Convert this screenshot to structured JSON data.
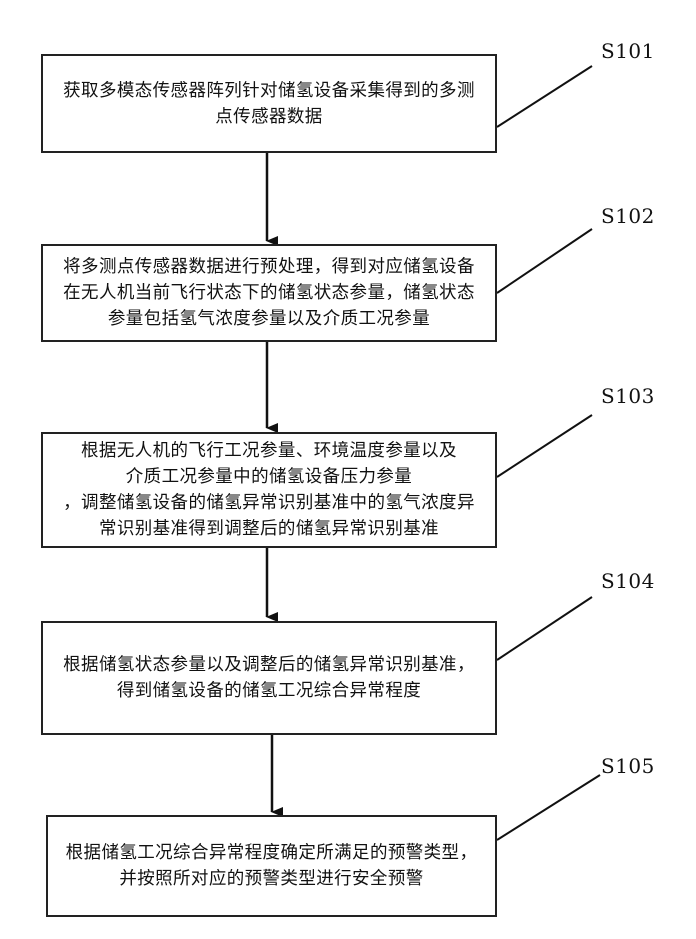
{
  "steps": [
    {
      "id": "S101",
      "text": "获取多模态传感器阵列针对储氢设备采集得到的多测\n点传感器数据"
    },
    {
      "id": "S102",
      "text": "将多测点传感器数据进行预处理，得到对应储氢设备\n在无人机当前飞行状态下的储氢状态参量，储氢状态\n参量包括氢气浓度参量以及介质工况参量"
    },
    {
      "id": "S103",
      "text": "根据无人机的飞行工况参量、环境温度参量以及\n介质工况参量中的储氢设备压力参量\n，调整储氢设备的储氢异常识别基准中的氢气浓度异\n常识别基准得到调整后的储氢异常识别基准"
    },
    {
      "id": "S104",
      "text": "根据储氢状态参量以及调整后的储氢异常识别基准，\n得到储氢设备的储氢工况综合异常程度"
    },
    {
      "id": "S105",
      "text": "根据储氢工况综合异常程度确定所满足的预警类型，\n并按照所对应的预警类型进行安全预警"
    }
  ]
}
